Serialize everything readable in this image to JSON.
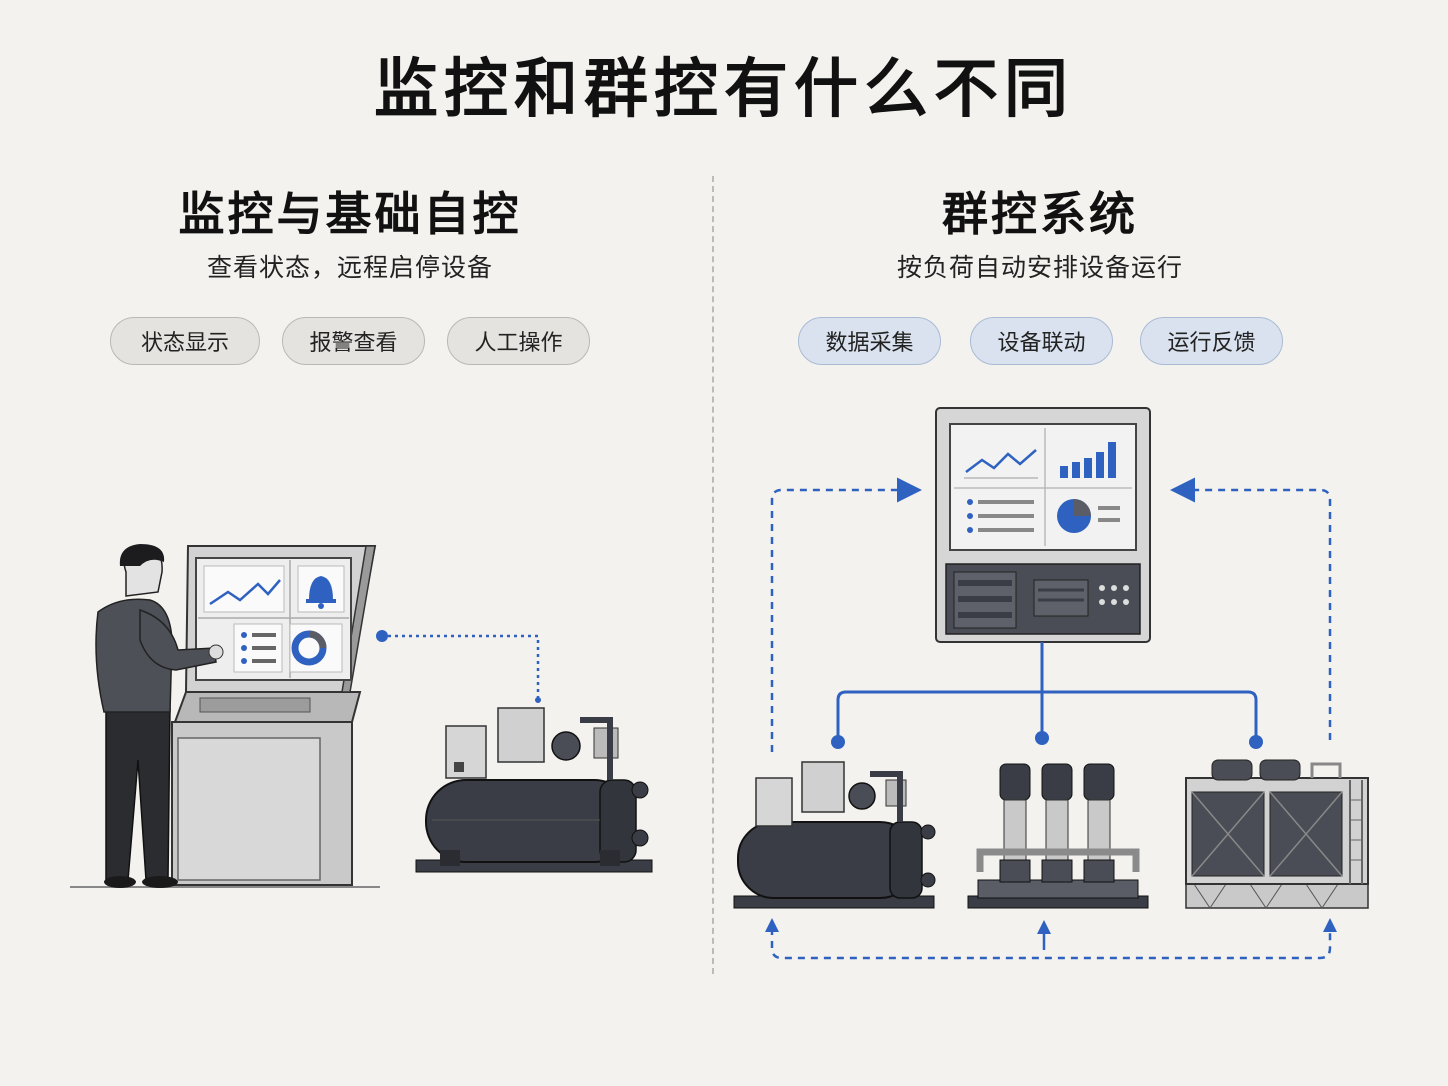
{
  "title": "监控和群控有什么不同",
  "left": {
    "heading": "监控与基础自控",
    "subheading": "查看状态，远程启停设备",
    "tags": [
      "状态显示",
      "报警查看",
      "人工操作"
    ]
  },
  "right": {
    "heading": "群控系统",
    "subheading": "按负荷自动安排设备运行",
    "tags": [
      "数据采集",
      "设备联动",
      "运行反馈"
    ]
  },
  "colors": {
    "accent_blue": "#2f62c0",
    "equipment_dark": "#3a3d45",
    "panel_gray": "#c9c9c9"
  },
  "icons": [
    "operator-person",
    "touch-kiosk",
    "bell-icon",
    "line-chart-icon",
    "donut-chart-icon",
    "bar-chart-icon",
    "pie-chart-icon",
    "chiller-unit",
    "pump-group",
    "cooling-tower",
    "control-cabinet"
  ]
}
